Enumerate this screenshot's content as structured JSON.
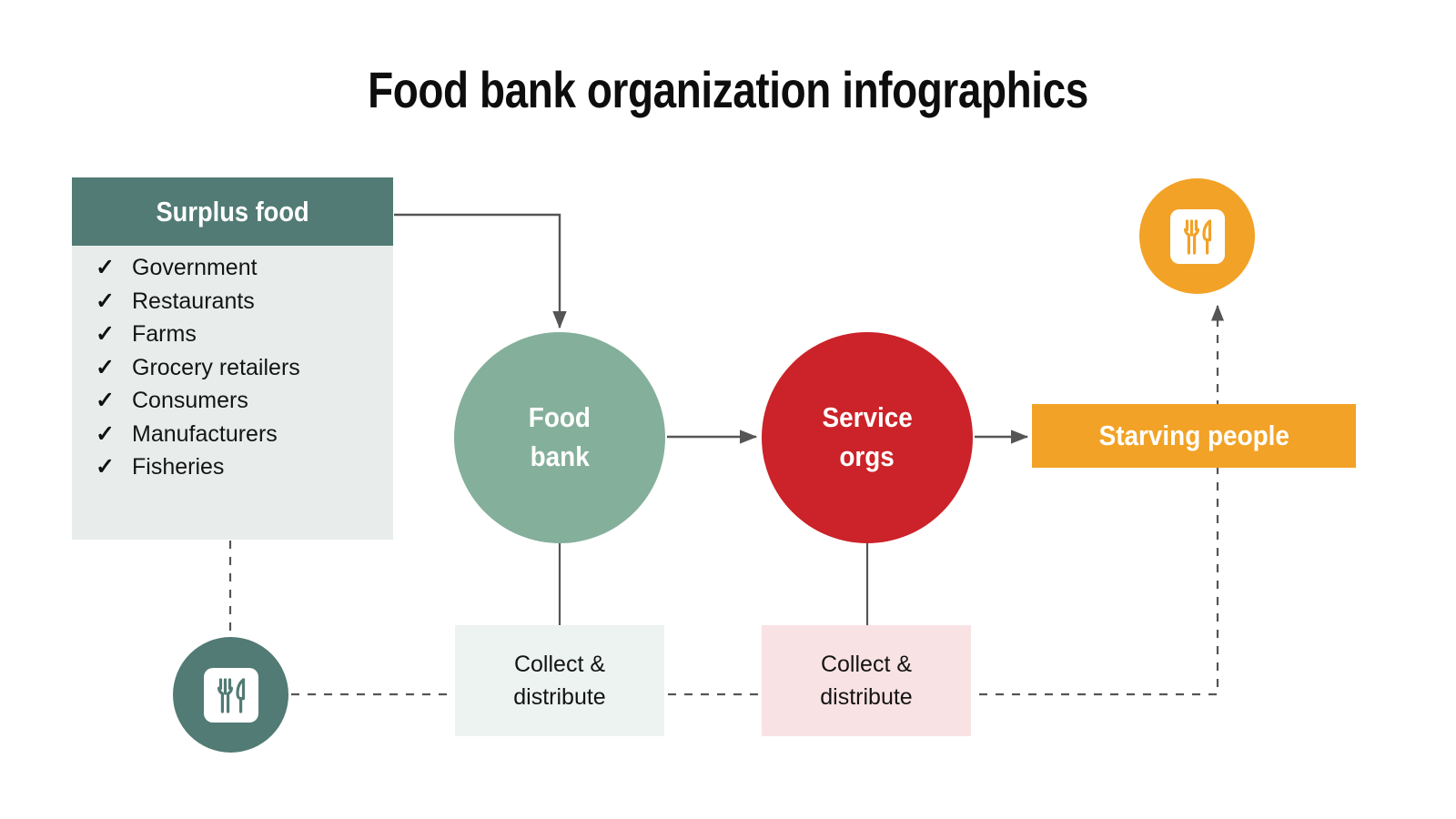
{
  "page": {
    "title": "Food bank organization infographics",
    "background": "#FFFFFF"
  },
  "colors": {
    "teal_dark": "#517B74",
    "teal_light_panel": "#E8EDEC",
    "green_circle": "#84AF9B",
    "red_circle": "#CC2229",
    "orange": "#F2A226",
    "caption_green": "#EDF3F0",
    "caption_pink": "#F9E2E4",
    "connector_line": "#555555",
    "text_dark": "#141414",
    "text_light": "#FFFFFF"
  },
  "surplus_panel": {
    "header": "Surplus food",
    "check_glyph": "✓",
    "items": [
      {
        "label": "Government"
      },
      {
        "label": "Restaurants"
      },
      {
        "label": "Farms"
      },
      {
        "label": "Grocery retailers"
      },
      {
        "label": "Consumers"
      },
      {
        "label": "Manufacturers"
      },
      {
        "label": "Fisheries"
      }
    ]
  },
  "nodes": {
    "food_bank": {
      "line1": "Food",
      "line2": "bank"
    },
    "service_orgs": {
      "line1": "Service",
      "line2": "orgs"
    },
    "starving_people": {
      "label": "Starving people"
    }
  },
  "captions": {
    "food_bank_caption": {
      "line1": "Collect &",
      "line2": "distribute"
    },
    "service_orgs_caption": {
      "line1": "Collect &",
      "line2": "distribute"
    }
  },
  "icons": {
    "meal_teal": {
      "name": "cutlery-icon"
    },
    "meal_orange": {
      "name": "cutlery-icon"
    }
  },
  "flow": {
    "edges": [
      {
        "from": "Surplus food",
        "to": "Food bank",
        "style": "solid",
        "arrow": true
      },
      {
        "from": "Food bank",
        "to": "Service orgs",
        "style": "solid",
        "arrow": true
      },
      {
        "from": "Service orgs",
        "to": "Starving people",
        "style": "solid",
        "arrow": true
      },
      {
        "from": "Surplus food",
        "to": "cutlery-icon (teal)",
        "style": "dashed",
        "arrow": false
      },
      {
        "from": "Food bank",
        "to": "Collect & distribute",
        "style": "solid",
        "arrow": false
      },
      {
        "from": "Service orgs",
        "to": "Collect & distribute",
        "style": "solid",
        "arrow": false
      },
      {
        "from": "cutlery-icon (teal)",
        "to": "cutlery-icon (orange)",
        "style": "dashed",
        "arrow": true
      }
    ]
  }
}
